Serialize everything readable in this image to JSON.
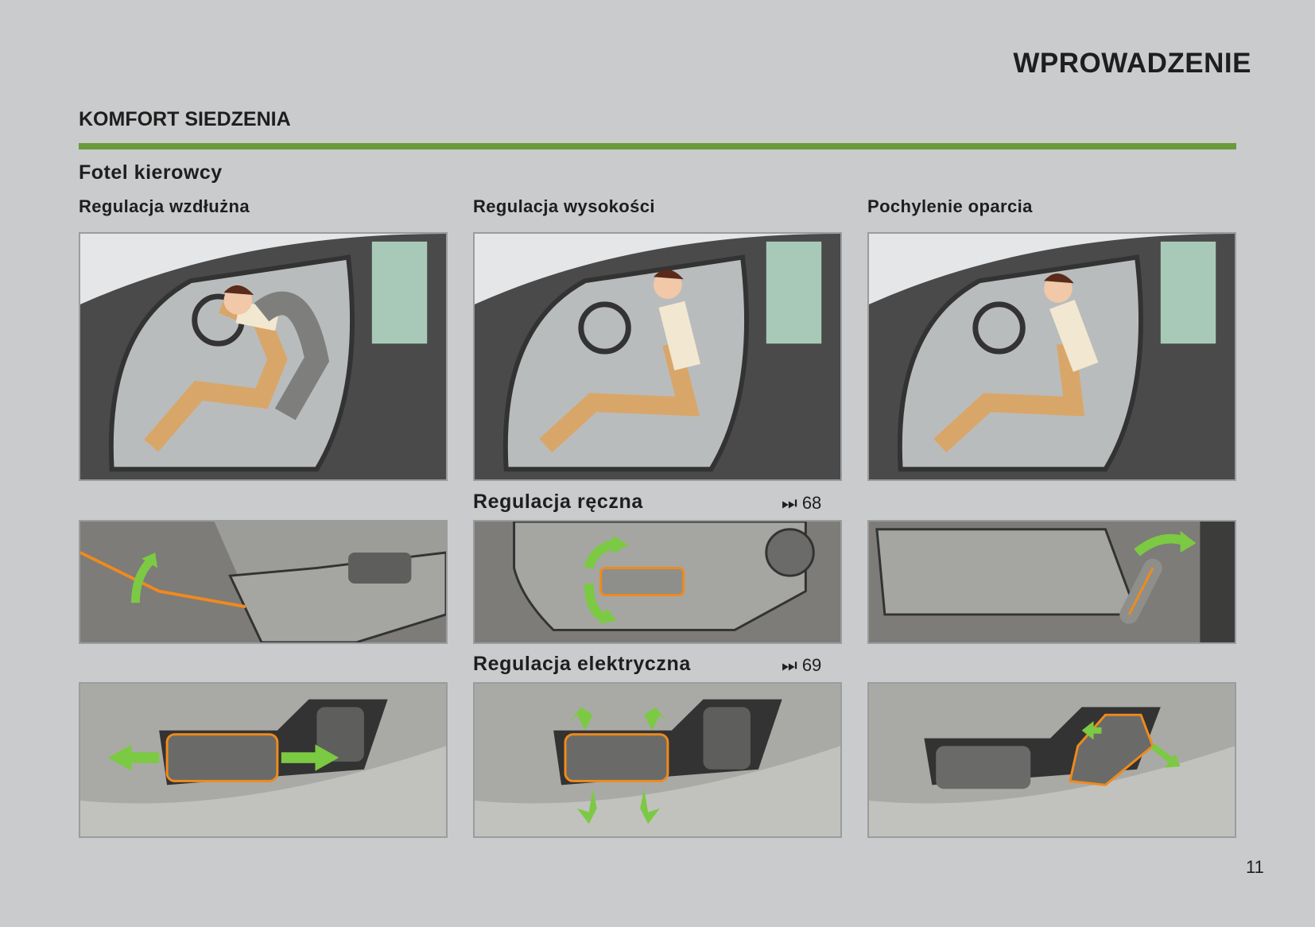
{
  "header": {
    "chapter_title": "WPROWADZENIE"
  },
  "section": {
    "title": "KOMFORT SIEDZENIA",
    "subtitle": "Fotel kierowcy"
  },
  "columns": [
    {
      "heading": "Regulacja wzdłużna"
    },
    {
      "heading": "Regulacja wysokości"
    },
    {
      "heading": "Pochylenie oparcia"
    }
  ],
  "rows": {
    "manual": {
      "label": "Regulacja ręczna",
      "ref_icon": "skip-forward-icon",
      "ref_page": "68"
    },
    "electric": {
      "label": "Regulacja elektryczna",
      "ref_icon": "skip-forward-icon",
      "ref_page": "69"
    }
  },
  "colors": {
    "accent_green": "#6a9a3a",
    "highlight_orange": "#f08a1c",
    "arrow_green": "#7cc943"
  },
  "footer": {
    "page_number": "11"
  }
}
